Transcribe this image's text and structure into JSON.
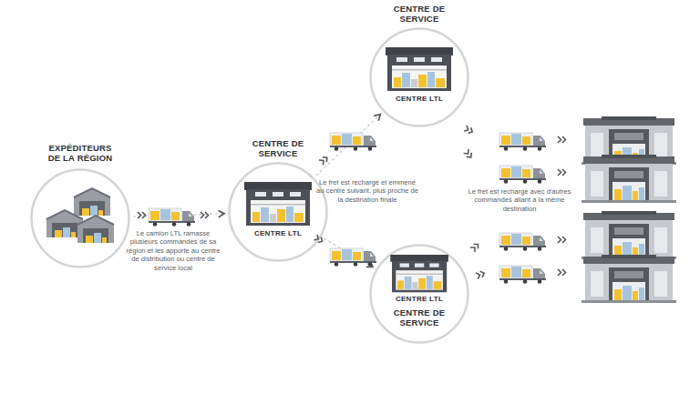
{
  "diagram": {
    "nodes": [
      {
        "text": [
          "EXPÉDITEURS DE LA RÉGION"
        ]
      },
      {
        "text": [
          "CENTRE DE SERVICE",
          "CENTRE LTL"
        ]
      },
      {
        "text": [
          "CENTRE DE SERVICE",
          "CENTRE LTL"
        ]
      },
      {
        "text": [
          "CENTRE LTL",
          "CENTRE DE SERVICE"
        ]
      }
    ],
    "edges": [
      {
        "from": 0,
        "to": 1,
        "arrow": "to"
      },
      {
        "from": 1,
        "to": 2,
        "arrow": "to"
      },
      {
        "from": 1,
        "to": 3,
        "arrow": "to"
      }
    ],
    "labels": [
      "Le camion LTL ramasse plusieurs commandes de sa région et les apporte au centre de distribution ou centre de service local",
      "Le fret est rechargé et emmené au centre suivant, plus proche de la destination finale",
      "Le fret est rechargé avec d'autres commandes allant à la même destination"
    ]
  }
}
